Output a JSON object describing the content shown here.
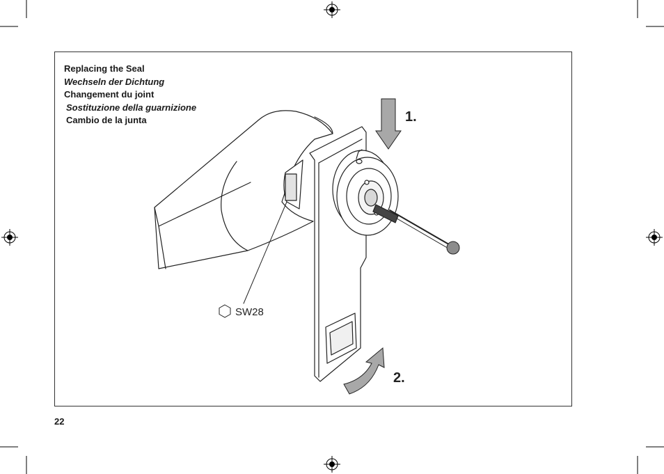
{
  "headings": [
    {
      "text": "Replacing the Seal",
      "lang": "en",
      "style": "bold"
    },
    {
      "text": "Wechseln der Dichtung",
      "lang": "de",
      "style": "bold-italic"
    },
    {
      "text": "Changement du joint",
      "lang": "fr",
      "style": "bold"
    },
    {
      "text": "Sostituzione della guarnizione",
      "lang": "it",
      "style": "bold-italic"
    },
    {
      "text": "Cambio de la junta",
      "lang": "es",
      "style": "bold"
    }
  ],
  "figure": {
    "step1_label": "1.",
    "step2_label": "2.",
    "wrench_size_label": "SW28",
    "wrench_size_icon": "hexagon-icon"
  },
  "page_number": "22",
  "colors": {
    "line": "#222222",
    "arrow_fill": "#a8a8a8",
    "ball_fill": "#8c8c8c"
  }
}
